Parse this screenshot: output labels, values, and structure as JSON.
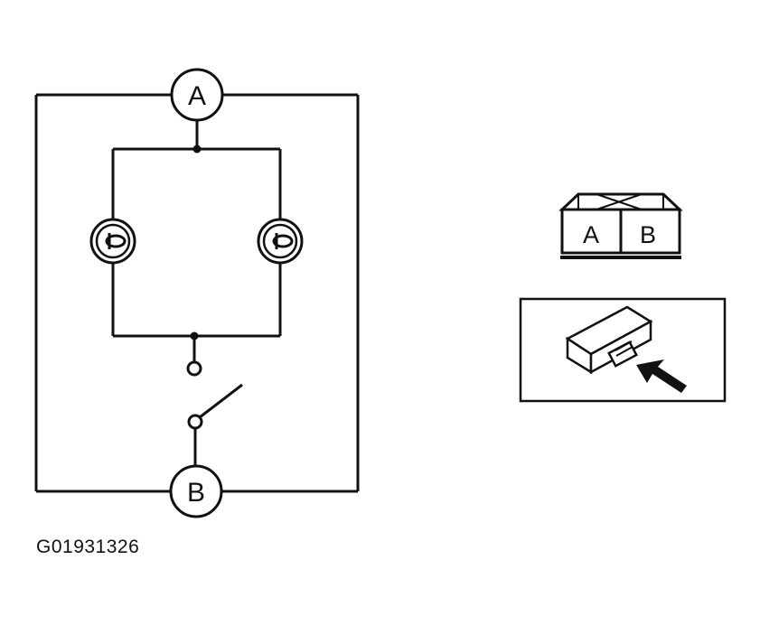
{
  "circuit": {
    "meter_top": "A",
    "meter_bottom": "B"
  },
  "connector": {
    "terminal_left": "A",
    "terminal_right": "B"
  },
  "figure_code": "G01931326",
  "icons": [
    "lamp-icon",
    "switch-icon",
    "connector-icon",
    "arrow-icon"
  ]
}
